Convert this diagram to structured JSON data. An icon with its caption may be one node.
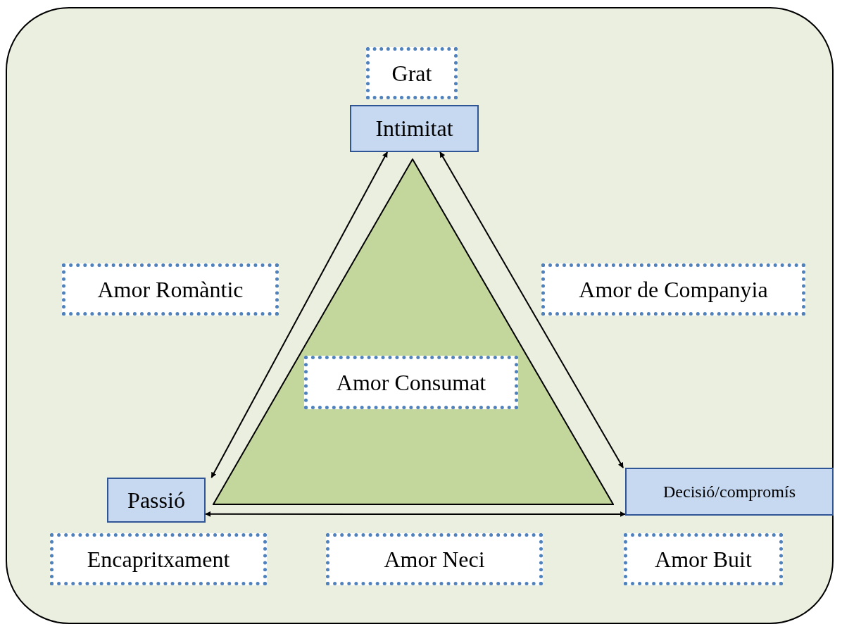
{
  "diagram": {
    "nodes": [
      {
        "text": [
          "Grat"
        ]
      },
      {
        "text": [
          "Intimitat"
        ]
      },
      {
        "text": [
          "Amor Romàntic"
        ]
      },
      {
        "text": [
          "Amor de Companyia"
        ]
      },
      {
        "text": [],
        "shape": "triangle"
      },
      {
        "text": [
          "Amor Consumat"
        ],
        "in": 4
      },
      {
        "text": [
          "Passió"
        ]
      },
      {
        "text": [
          "Decisió/compromís"
        ]
      },
      {
        "text": [
          "Encapritxament"
        ]
      },
      {
        "text": [
          "Amor Neci"
        ]
      },
      {
        "text": [
          "Amor Buit"
        ]
      }
    ],
    "edges": [
      {
        "from": 1,
        "to": 6,
        "arrow": "both"
      },
      {
        "from": 1,
        "to": 7,
        "arrow": "both"
      },
      {
        "from": 6,
        "to": 7,
        "arrow": "both"
      }
    ]
  }
}
